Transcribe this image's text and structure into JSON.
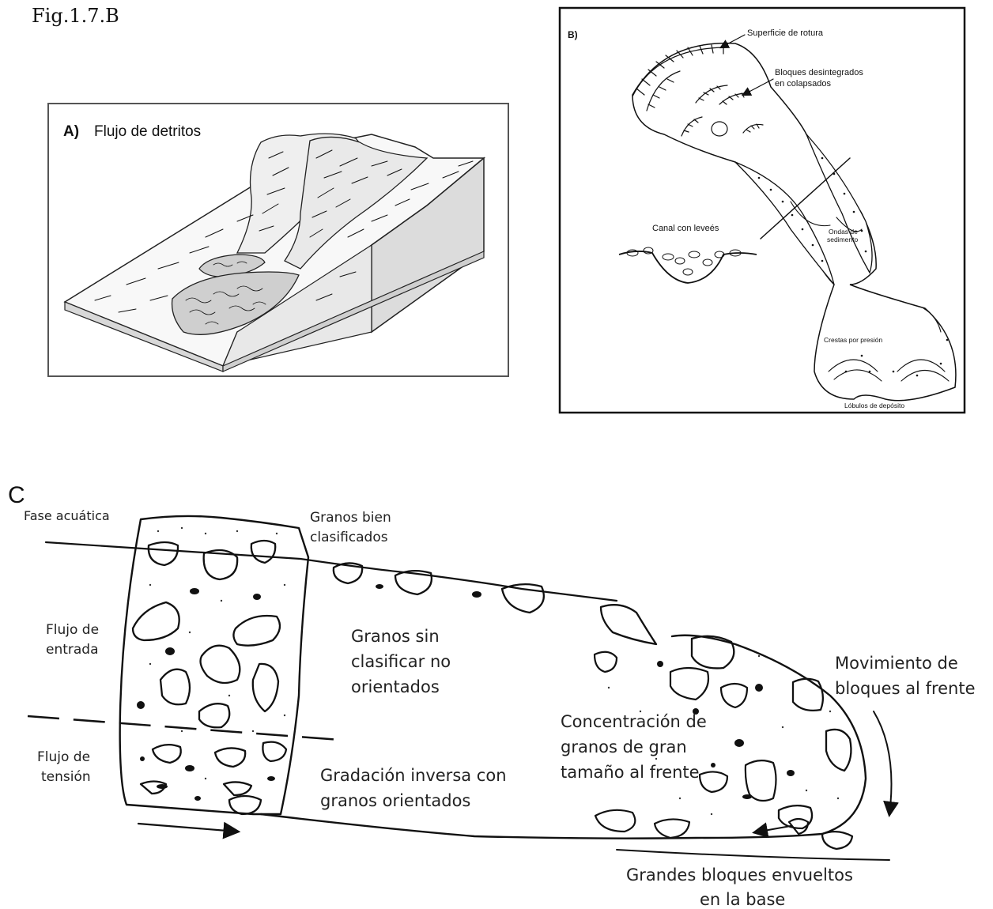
{
  "figure_caption": "Fig.1.7.B",
  "panel_a": {
    "letter": "A)",
    "title": "Flujo de detritos"
  },
  "panel_b": {
    "letter": "B)",
    "labels": {
      "rupture_surface": "Superficie de rotura",
      "blocks_line1": "Bloques desintegrados",
      "blocks_line2": "en colapsados",
      "channel_levees": "Canal con leveés",
      "waves_line1": "Ondas de",
      "waves_line2": "sedimento",
      "pressure_ridges": "Crestas por presión",
      "deposit_lobes": "Lóbulos de depósito"
    }
  },
  "panel_c": {
    "letter": "C",
    "labels": {
      "aquatic_phase": "Fase acuática",
      "well_sorted_line1": "Granos bien",
      "well_sorted_line2": "clasificados",
      "inflow_line1": "Flujo de",
      "inflow_line2": "entrada",
      "unsorted_line1": "Granos sin",
      "unsorted_line2": "clasificar no",
      "unsorted_line3": "orientados",
      "block_movement_line1": "Movimiento de",
      "block_movement_line2": "bloques al frente",
      "concentration_line1": "Concentración de",
      "concentration_line2": "granos de gran",
      "concentration_line3": "tamaño al frente",
      "tension_line1": "Flujo de",
      "tension_line2": "tensión",
      "inverse_grading_line1": "Gradación inversa con",
      "inverse_grading_line2": "granos orientados",
      "base_blocks_line1": "Grandes bloques envueltos",
      "base_blocks_line2": "en la base"
    }
  }
}
